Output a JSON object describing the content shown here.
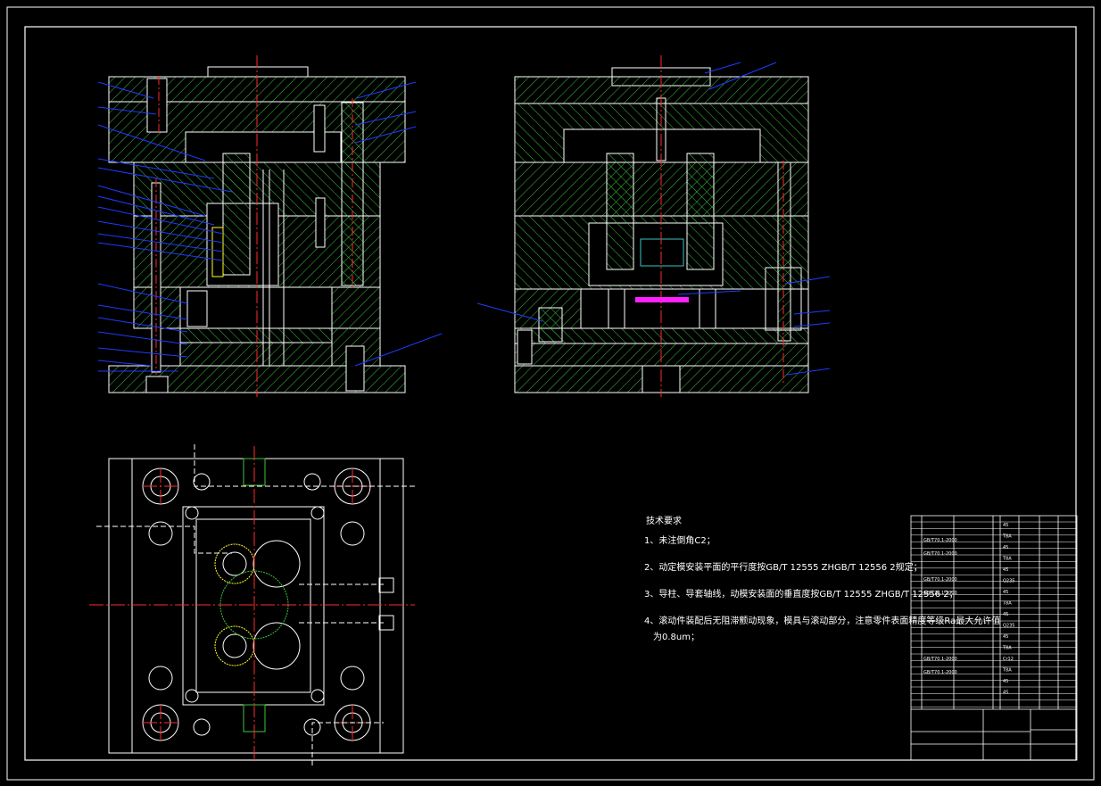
{
  "tech_requirements": {
    "title": "技术要求",
    "items": [
      "1、未注倒角C2；",
      "2、动定模安装平面的平行度按GB/T 12555 ZHGB/T 12556 2规定；",
      "3、导柱、导套轴线，动模安装面的垂直度按GB/T 12555 ZHGB/T 12556 2；",
      "4、滚动件装配后无阻滞颤动现象，模具与滚动部分，注意零件表面精度等级Ra最大允许值"
    ],
    "continuation": "为0.8um；"
  },
  "title_block": {
    "standards": [
      "GB/T70.1-2000",
      "GB/T70.1-2000",
      "GB/T70.1-2000",
      "GB/T70.1-2000",
      "GB/T70.1-2000",
      "GB/T70.1-2000"
    ],
    "materials": [
      "45",
      "T8A",
      "45",
      "T8A",
      "45",
      "Q235",
      "45",
      "T8A",
      "45",
      "Q235",
      "45",
      "T8A",
      "Cr12",
      "T8A",
      "45",
      "45"
    ]
  },
  "colors": {
    "line": "#ffffff",
    "hatch": "#3cc33c",
    "center": "#ff2a2a",
    "leader": "#1e3cff",
    "magenta": "#ff22ff",
    "yellow": "#ffff22"
  }
}
